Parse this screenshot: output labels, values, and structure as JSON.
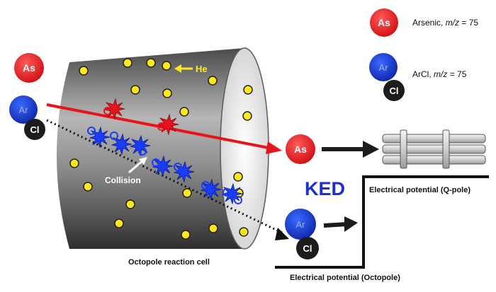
{
  "legend": {
    "arsenic": {
      "symbol": "As",
      "name": "Arsenic",
      "mz_label": "m/z",
      "mz_value": "= 75"
    },
    "arcl": {
      "symbol_top": "Ar",
      "symbol_bottom": "Cl",
      "name": "ArCl",
      "mz_label": "m/z",
      "mz_value": "= 75"
    }
  },
  "labels": {
    "he": "He",
    "collision": "Collision",
    "ked": "KED",
    "cell": "Octopole reaction cell",
    "qpole_potential": "Electrical potential (Q-pole)",
    "octopole_potential": "Electrical potential (Octopole)"
  },
  "particles": {
    "as": "As",
    "ar": "Ar",
    "cl": "Cl"
  },
  "colors": {
    "as_red": "#e8141b",
    "ar_blue": "#1737c8",
    "cl_black": "#1c1c1c",
    "he_yellow": "#ffe81a",
    "ked_blue": "#1c2fd0",
    "cylinder_dark": "#2e2e2e",
    "cylinder_light": "#b3b3b3"
  }
}
